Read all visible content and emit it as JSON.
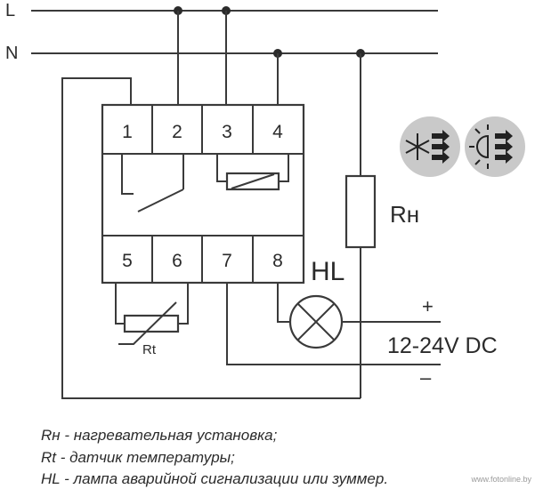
{
  "lines": {
    "l_label": "L",
    "n_label": "N"
  },
  "terminals": [
    "1",
    "2",
    "3",
    "4",
    "5",
    "6",
    "7",
    "8"
  ],
  "components": {
    "heater": "Rн",
    "lamp": "HL",
    "sensor": "Rt",
    "power_plus": "+",
    "power_minus": "–",
    "power_label": "12-24V DC"
  },
  "legend": [
    "Rн - нагревательная установка;",
    "Rt - датчик температуры;",
    "HL - лампа аварийной сигнализации или зуммер."
  ],
  "watermark": "www.fotonline.by",
  "icons": [
    "snowflake-heating-icon",
    "sun-cooling-icon"
  ],
  "colors": {
    "line": "#3a3a3a",
    "icon_disc": "#c9c9c9"
  }
}
